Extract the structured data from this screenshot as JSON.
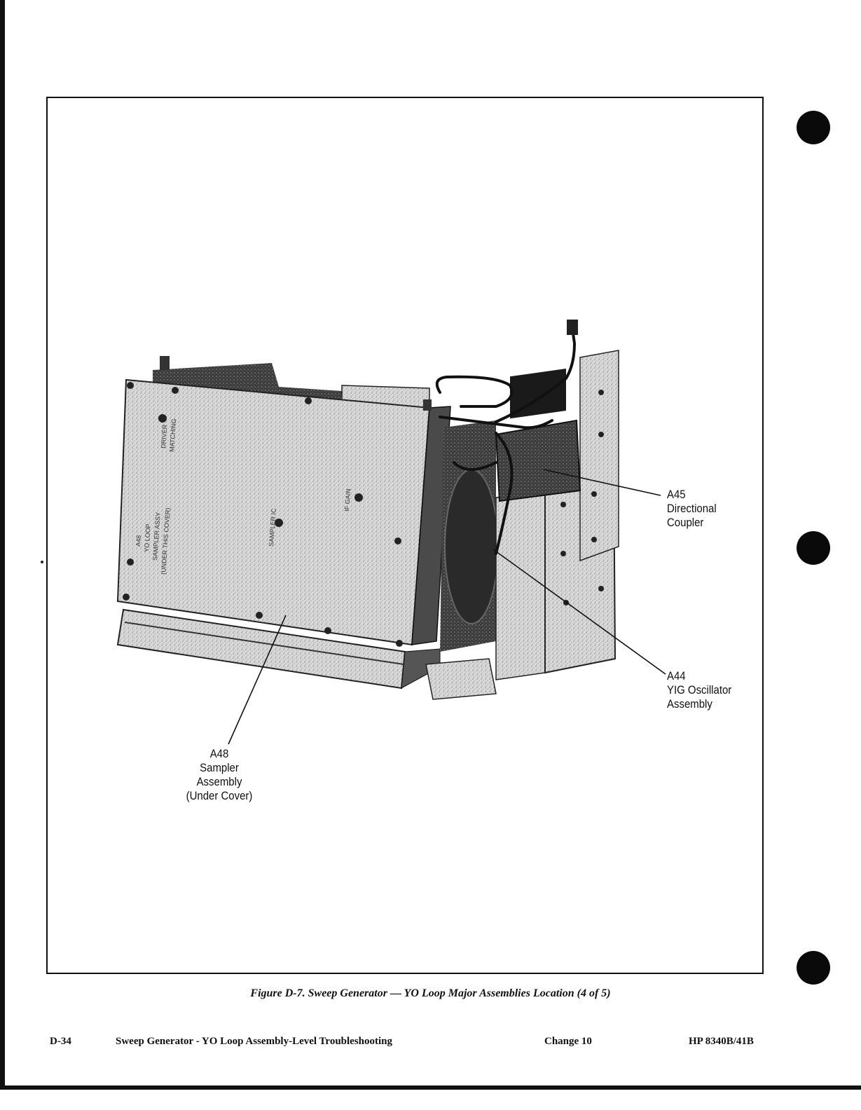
{
  "figure": {
    "callouts": {
      "a45": {
        "ref": "A45",
        "line1": "Directional",
        "line2": "Coupler"
      },
      "a44": {
        "ref": "A44",
        "line1": "YIG Oscillator",
        "line2": "Assembly"
      },
      "a48": {
        "ref": "A48",
        "line1": "Sampler",
        "line2": "Assembly",
        "line3": "(Under Cover)"
      }
    },
    "panel_markings": [
      "DRIVER",
      "MATCHING",
      "A48",
      "YO LOOP",
      "SAMPLER ASSY",
      "(UNDER THIS COVER)",
      "SAMPLER IC",
      "IF GAIN"
    ],
    "caption": "Figure D-7. Sweep Generator — YO Loop Major Assemblies Location (4 of 5)"
  },
  "footer": {
    "page_number": "D-34",
    "section_title": "Sweep Generator - YO Loop Assembly-Level Troubleshooting",
    "change": "Change 10",
    "model": "HP 8340B/41B"
  }
}
